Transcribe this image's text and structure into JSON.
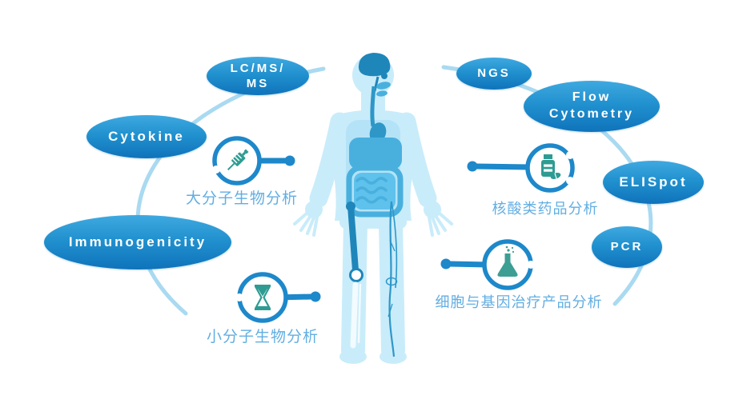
{
  "bubbles": {
    "lcmsms": "LC/MS/\nMS",
    "cytokine": "Cytokine",
    "immunogenicity": "Immunogenicity",
    "ngs": "NGS",
    "flow_cytometry": "Flow\nCytometry",
    "elispot": "ELISpot",
    "pcr": "PCR"
  },
  "icon_labels": {
    "macromolecule": "大分子生物分析",
    "nucleic_acid": "核酸类药品分析",
    "small_molecule": "小分子生物分析",
    "cell_gene_therapy": "细胞与基因治疗产品分析"
  },
  "icons": {
    "macromolecule": "syringe-icon",
    "nucleic_acid": "pill-bottle-icon",
    "small_molecule": "hourglass-icon",
    "cell_gene_therapy": "flask-icon",
    "center": "human-body-illustration"
  },
  "colors": {
    "bubble_gradient_top": "#3fa9e0",
    "bubble_gradient_bottom": "#0f73bb",
    "connector_blue": "#1d88ca",
    "icon_teal": "#2f9c92",
    "label_light_blue": "#62aee2",
    "orbit_arc_blue": "#a9daf1",
    "body_light_blue": "#c9ecfa",
    "organ_dark_blue": "#1f86ba"
  }
}
